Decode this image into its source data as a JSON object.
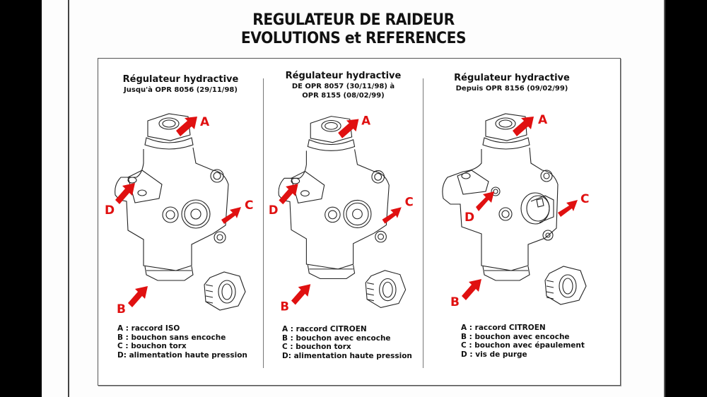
{
  "document": {
    "title_line1": "REGULATEUR DE RAIDEUR",
    "title_line2": "EVOLUTIONS et REFERENCES"
  },
  "colors": {
    "arrow": "#e01010",
    "ink": "#111111",
    "background": "#ffffff"
  },
  "columns": [
    {
      "heading": "Régulateur hydractive",
      "subheading_lines": [
        "Jusqu'à OPR 8056 (29/11/98)"
      ],
      "callouts": [
        "A",
        "B",
        "C",
        "D"
      ],
      "legend": [
        "A : raccord ISO",
        "B : bouchon sans encoche",
        "C : bouchon torx",
        "D: alimentation haute pression"
      ]
    },
    {
      "heading": "Régulateur hydractive",
      "subheading_lines": [
        "DE OPR 8057 (30/11/98) à",
        "OPR 8155 (08/02/99)"
      ],
      "callouts": [
        "A",
        "B",
        "C",
        "D"
      ],
      "legend": [
        "A : raccord CITROEN",
        "B : bouchon avec encoche",
        "C : bouchon torx",
        "D: alimentation haute pression"
      ]
    },
    {
      "heading": "Régulateur hydractive",
      "subheading_lines": [
        "Depuis OPR 8156 (09/02/99)"
      ],
      "callouts": [
        "A",
        "B",
        "C",
        "D"
      ],
      "legend": [
        "A : raccord CITROEN",
        "B : bouchon avec encoche",
        "C : bouchon avec épaulement",
        "D : vis de purge"
      ]
    }
  ]
}
